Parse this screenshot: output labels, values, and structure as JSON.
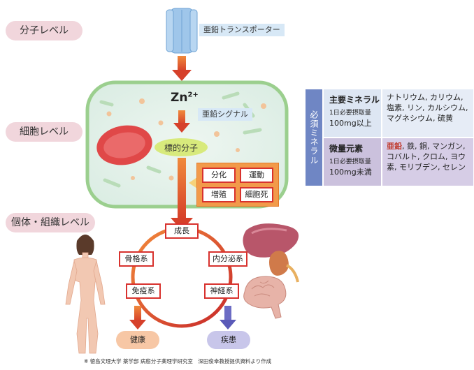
{
  "levels": {
    "molecular": "分子レベル",
    "cell": "細胞レベル",
    "organism": "個体・組織レベル"
  },
  "transporter_label": "亜鉛トランスポーター",
  "zinc_ion": {
    "symbol": "Zn",
    "charge": "2+"
  },
  "signal_label": "亜鉛シグナル",
  "target_label": "標的分子",
  "effects": [
    "分化",
    "運動",
    "増殖",
    "細胞死"
  ],
  "systems": {
    "top": "成長",
    "left_upper": "骨格系",
    "right_upper": "内分泌系",
    "left_lower": "免疫系",
    "right_lower": "神経系"
  },
  "outcomes": {
    "health": "健康",
    "disease": "疾患"
  },
  "mineral_table": {
    "header": "必須ミネラル",
    "major": {
      "title": "主要ミネラル",
      "intake_label": "1日必要摂取量",
      "amount": "100mg以上",
      "elements": "ナトリウム, カリウム, 塩素, リン, カルシウム, マグネシウム, 硫黄"
    },
    "trace": {
      "title": "微量元素",
      "intake_label": "1日必要摂取量",
      "amount": "100mg未満",
      "highlight": "亜鉛",
      "elements_rest": ", 鉄, 銅, マンガン, コバルト, クロム, ヨウ素, モリブデン, セレン"
    }
  },
  "footnote": "※ 徳島文理大学 薬学部 病態分子薬理学研究室　深田俊幸教授提供資料より作成",
  "colors": {
    "arrow": "#d8532a",
    "cell_fill": "#e3f0ea",
    "cell_border": "#9bcf8e",
    "target_fill": "#d8ea7c",
    "circle": "#d8322e",
    "health": "#f7c7a5",
    "disease": "#c8c6ea",
    "mineral_header": "#6f86c4"
  }
}
